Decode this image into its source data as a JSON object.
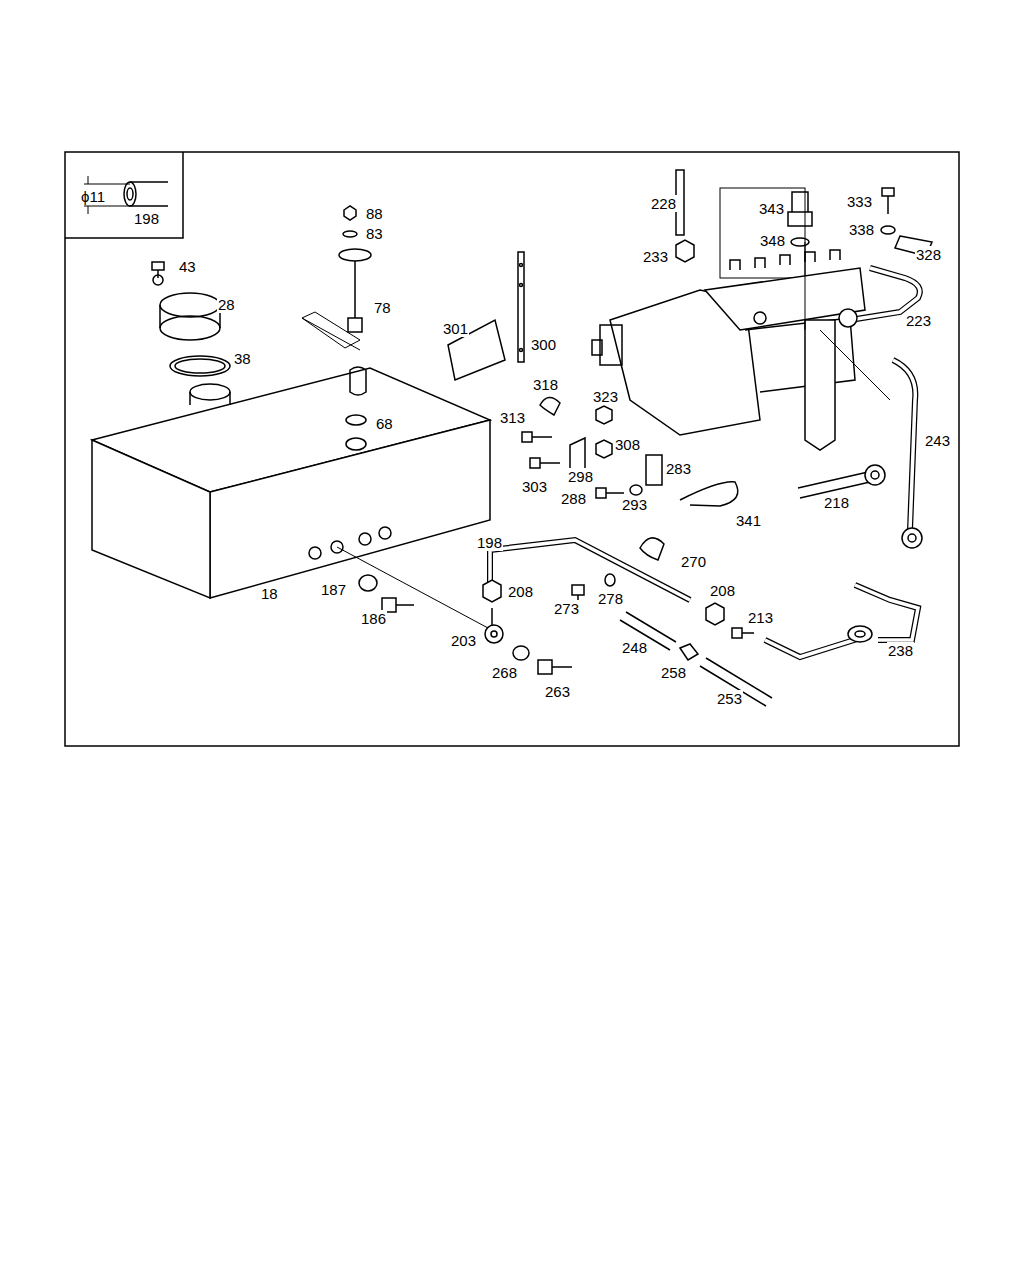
{
  "diagram": {
    "labels": [
      "ϕ11",
      "198",
      "88",
      "83",
      "43",
      "28",
      "78",
      "38",
      "301",
      "300",
      "228",
      "343",
      "333",
      "338",
      "328",
      "348",
      "233",
      "223",
      "318",
      "323",
      "313",
      "68",
      "308",
      "243",
      "298",
      "283",
      "303",
      "288",
      "293",
      "218",
      "341",
      "198",
      "270",
      "208",
      "208",
      "18",
      "187",
      "273",
      "278",
      "186",
      "213",
      "203",
      "248",
      "238",
      "268",
      "258",
      "263",
      "253"
    ]
  }
}
